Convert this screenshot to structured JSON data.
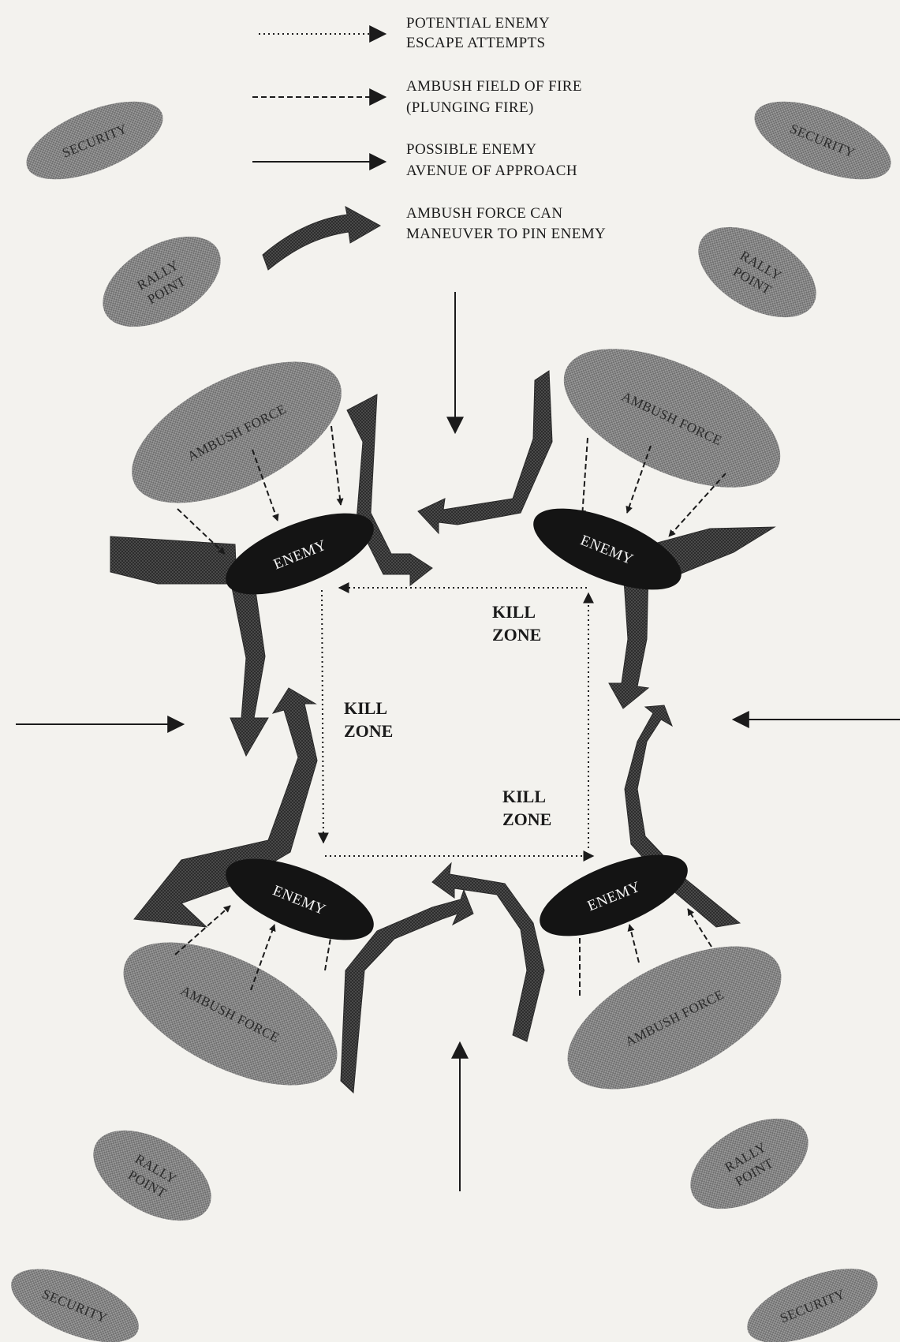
{
  "colors": {
    "background": "#f3f2ee",
    "enemy_fill": "#141414",
    "oval_fill": "#8c8c8c",
    "maneuver_arrow": "#3d3d3d",
    "line": "#1b1b1b"
  },
  "legend": [
    {
      "icon": "dotted-arrow",
      "line1": "POTENTIAL ENEMY",
      "line2": "ESCAPE ATTEMPTS"
    },
    {
      "icon": "dashed-arrow",
      "line1": "AMBUSH FIELD OF FIRE",
      "line2": "(PLUNGING FIRE)"
    },
    {
      "icon": "solid-arrow",
      "line1": "POSSIBLE ENEMY",
      "line2": "AVENUE OF APPROACH"
    },
    {
      "icon": "curved-thick-arrow",
      "line1": "AMBUSH FORCE CAN",
      "line2": "MANEUVER TO PIN ENEMY"
    }
  ],
  "labels": {
    "security": "SECURITY",
    "rally_line1": "RALLY",
    "rally_line2": "POINT",
    "ambush_force": "AMBUSH FORCE",
    "enemy": "ENEMY",
    "kill": "KILL",
    "zone": "ZONE"
  }
}
